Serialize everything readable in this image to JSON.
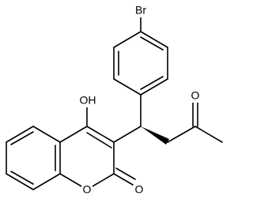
{
  "structure": {
    "atoms": {
      "bromine": "Br",
      "hydroxyl": "OH",
      "ketone_oxygen": "O",
      "ring_oxygen": "O",
      "lactone_carbonyl_oxygen": "O"
    }
  },
  "colors": {
    "bond": "#000000",
    "text": "#000000",
    "background": "#ffffff"
  }
}
